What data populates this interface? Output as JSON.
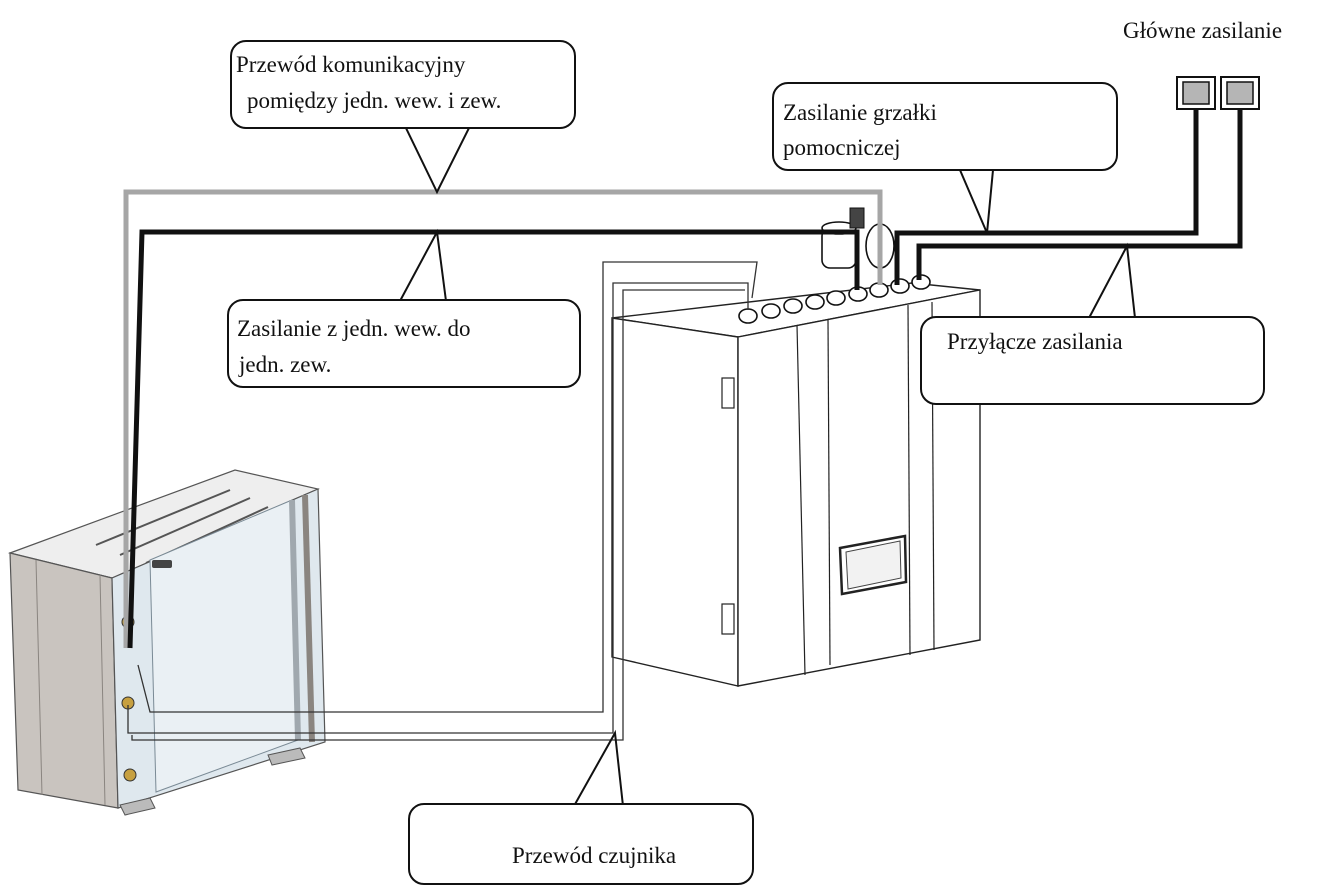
{
  "labels": {
    "main_power": "Główne zasilanie",
    "comm_cable_line1": "Przewód komunikacyjny",
    "comm_cable_line2": "pomiędzy jedn. wew. i zew.",
    "heater_power_line1": "Zasilanie grzałki",
    "heater_power_line2": "pomocniczej",
    "indoor_to_outdoor_line1": "Zasilanie z jedn. wew. do",
    "indoor_to_outdoor_line2": "jedn. zew.",
    "power_connection": "Przyłącze zasilania",
    "sensor_cable": "Przewód czujnika"
  },
  "colors": {
    "power_cable": "#111111",
    "communication_cable": "#a6a6a6",
    "sensor_cable": "#333333",
    "outdoor_unit_side": "#c9c4bf",
    "outdoor_unit_glass": "#dfe8ee",
    "indoor_unit": "#ffffff",
    "switch_fill": "#b5b5b5"
  },
  "icons": {
    "main_switches": "wall-switch-icon",
    "indoor_unit": "indoor-hydro-unit-icon",
    "outdoor_unit": "outdoor-heat-pump-icon",
    "display": "control-panel-display-icon"
  }
}
